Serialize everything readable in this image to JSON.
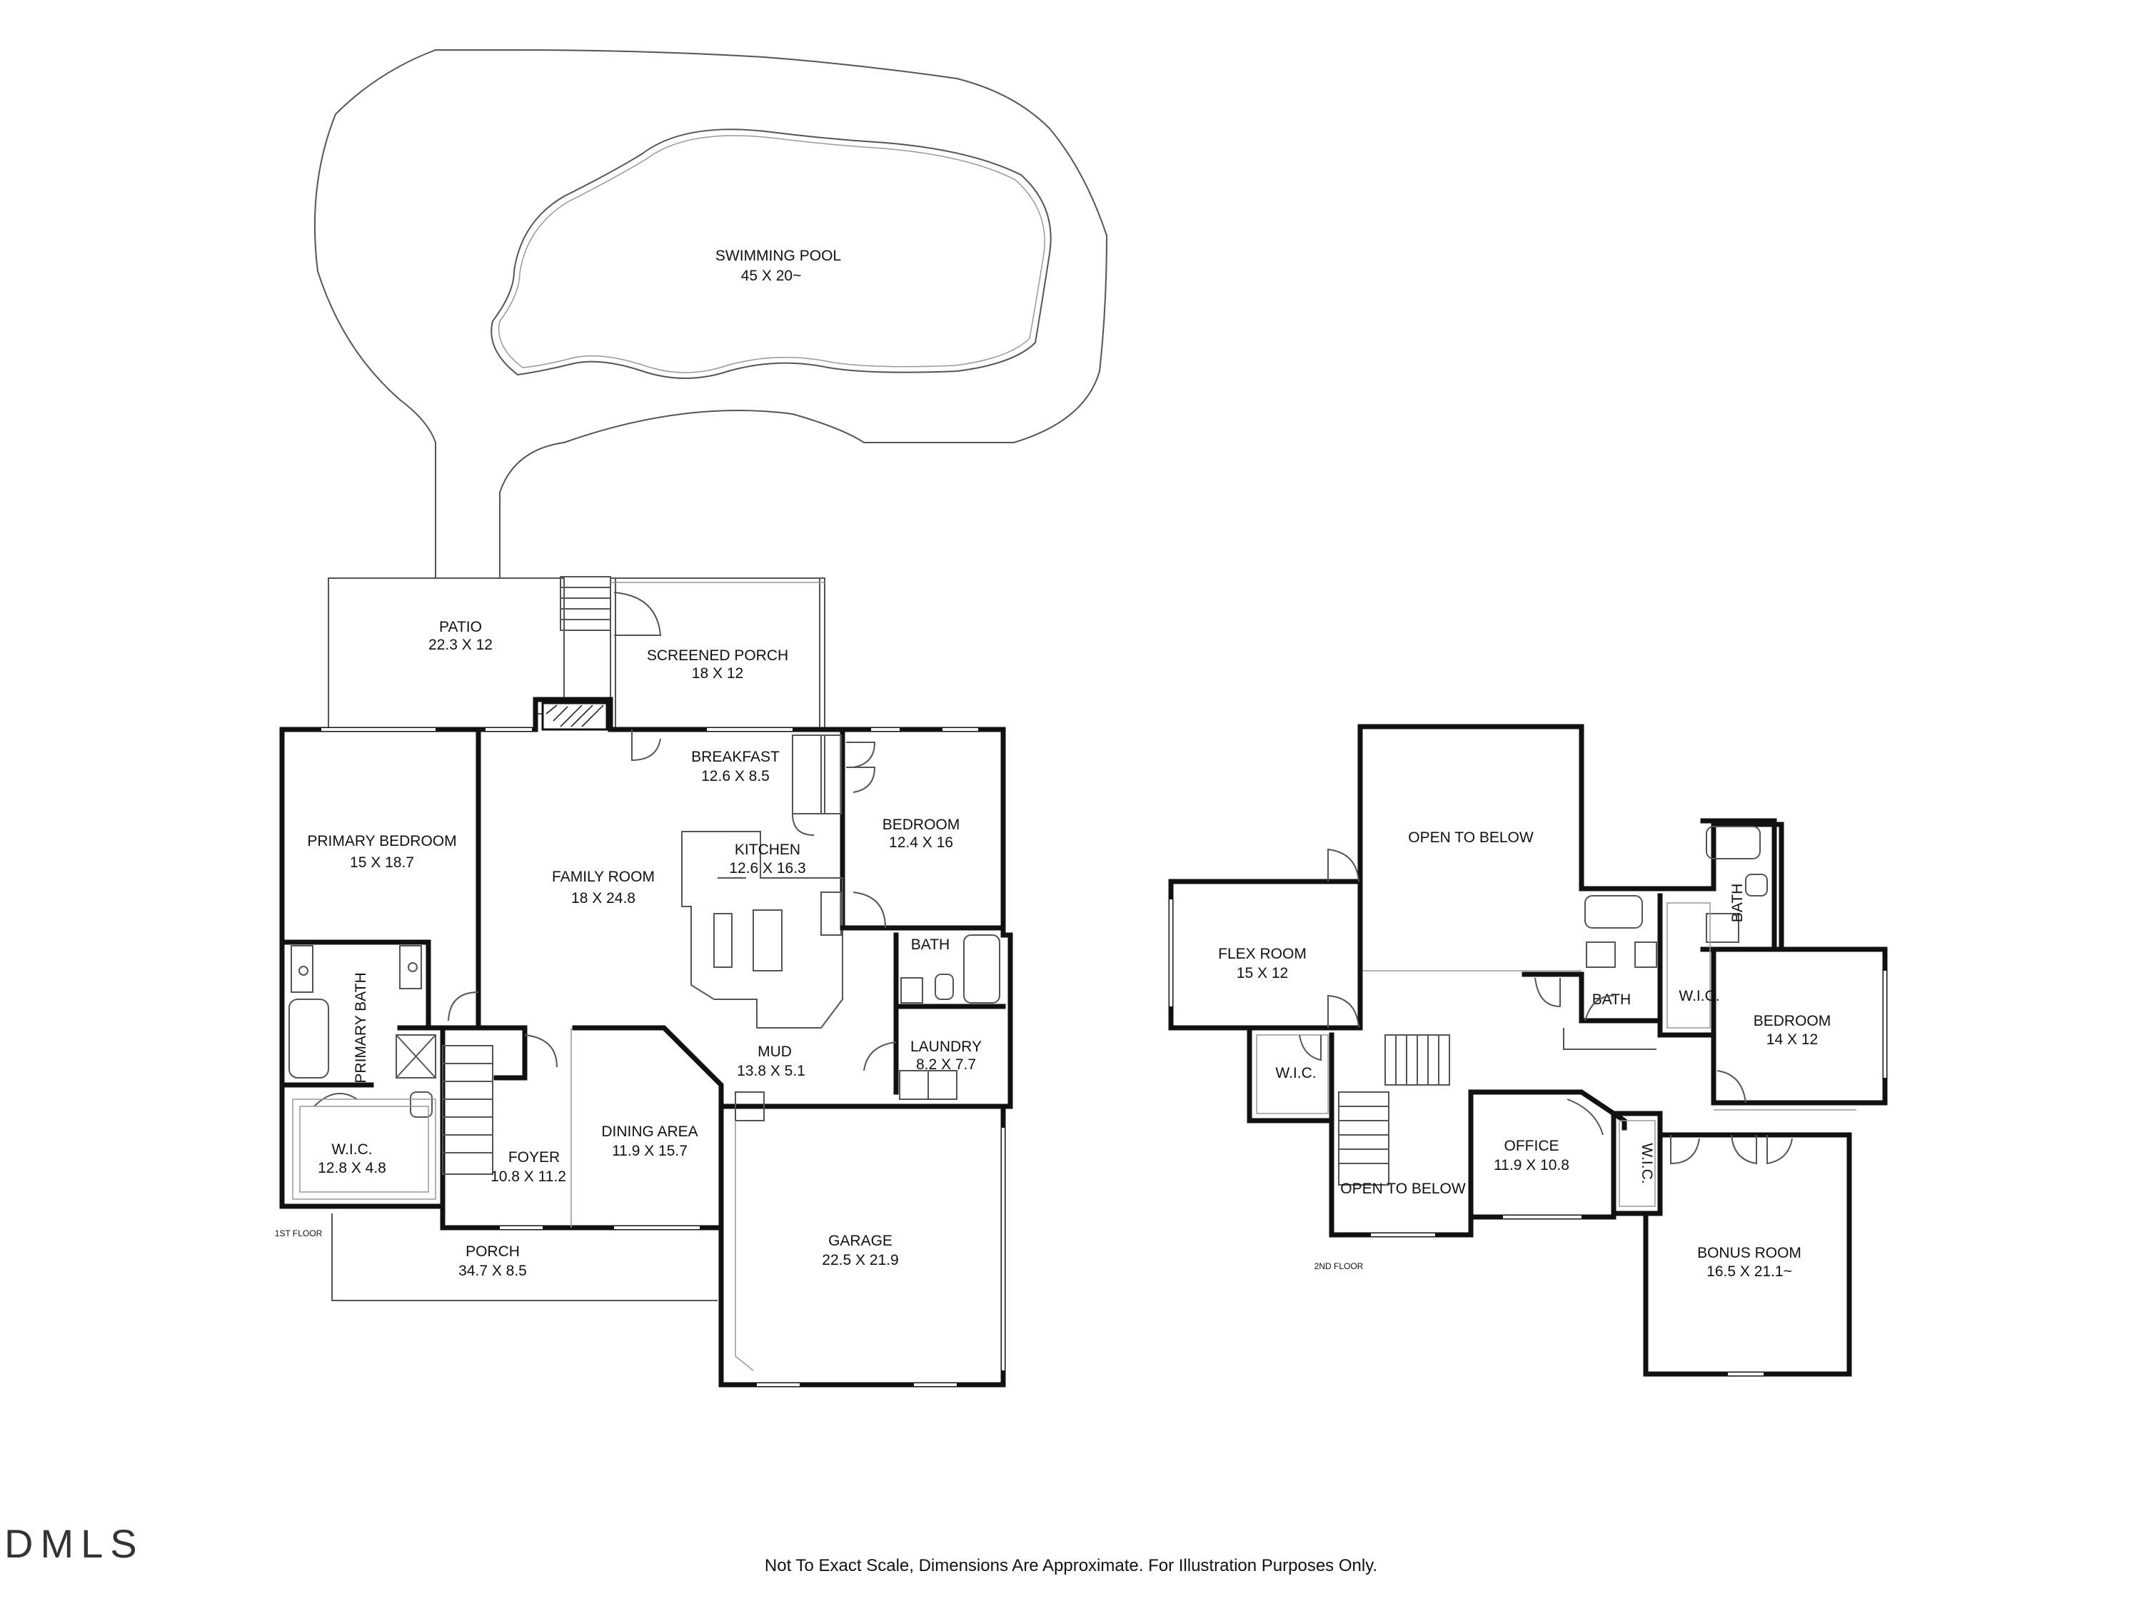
{
  "rooms": {
    "pool": {
      "name": "SWIMMING POOL",
      "dims": "45 X 20~"
    },
    "patio": {
      "name": "PATIO",
      "dims": "22.3 X 12"
    },
    "screened_porch": {
      "name": "SCREENED PORCH",
      "dims": "18 X 12"
    },
    "breakfast": {
      "name": "BREAKFAST",
      "dims": "12.6 X 8.5"
    },
    "primary_bedroom": {
      "name": "PRIMARY BEDROOM",
      "dims": "15 X 18.7"
    },
    "family_room": {
      "name": "FAMILY ROOM",
      "dims": "18 X 24.8"
    },
    "kitchen": {
      "name": "KITCHEN",
      "dims": "12.6 X 16.3"
    },
    "bedroom1": {
      "name": "BEDROOM",
      "dims": "12.4 X 16"
    },
    "bath1": {
      "name": "BATH"
    },
    "primary_bath": {
      "name": "PRIMARY BATH"
    },
    "mud": {
      "name": "MUD",
      "dims": "13.8 X 5.1"
    },
    "laundry": {
      "name": "LAUNDRY",
      "dims": "8.2 X 7.7"
    },
    "wic1": {
      "name": "W.I.C.",
      "dims": "12.8 X 4.8"
    },
    "foyer": {
      "name": "FOYER",
      "dims": "10.8 X 11.2"
    },
    "dining": {
      "name": "DINING AREA",
      "dims": "11.9 X 15.7"
    },
    "garage": {
      "name": "GARAGE",
      "dims": "22.5 X 21.9"
    },
    "porch": {
      "name": "PORCH",
      "dims": "34.7 X 8.5"
    },
    "open_below1": {
      "name": "OPEN TO BELOW"
    },
    "flex": {
      "name": "FLEX ROOM",
      "dims": "15 X 12"
    },
    "bath2": {
      "name": "BATH"
    },
    "bath3": {
      "name": "BATH"
    },
    "wic2": {
      "name": "W.I.C."
    },
    "wic3": {
      "name": "W.I.C."
    },
    "wic4": {
      "name": "W.I.C."
    },
    "bedroom2": {
      "name": "BEDROOM",
      "dims": "14 X 12"
    },
    "open_below2": {
      "name": "OPEN TO BELOW"
    },
    "office": {
      "name": "OFFICE",
      "dims": "11.9 X 10.8"
    },
    "bonus": {
      "name": "BONUS ROOM",
      "dims": "16.5 X 21.1~"
    }
  },
  "floors": {
    "first": "1ST FLOOR",
    "second": "2ND FLOOR"
  },
  "footer": {
    "note": "Not To Exact Scale, Dimensions Are Approximate. For Illustration Purposes Only.",
    "logo": "DMLS"
  }
}
